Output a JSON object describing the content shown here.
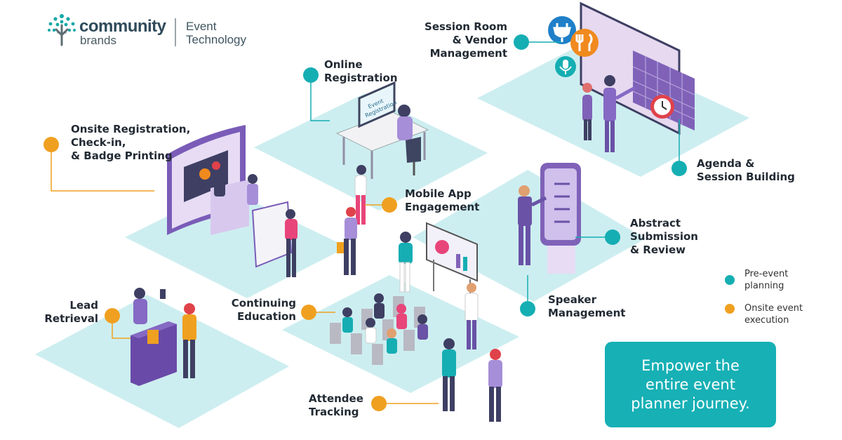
{
  "brand": {
    "logo_line1": "community",
    "logo_line2": "brands",
    "product_line1": "Event",
    "product_line2": "Technology"
  },
  "colors": {
    "teal": "#15aeb3",
    "orange": "#f0a020",
    "platform": "#c9ecee",
    "cta_bg": "#16b0b5"
  },
  "labels": {
    "session_room": "Session Room\n& Vendor\nManagement",
    "online_registration": "Online\nRegistration",
    "onsite_registration": "Onsite Registration,\nCheck-in,\n& Badge Printing",
    "mobile_app": "Mobile App\nEngagement",
    "agenda": "Agenda &\nSession Building",
    "abstract": "Abstract\nSubmission\n& Review",
    "lead_retrieval": "Lead\nRetrieval",
    "continuing_education": "Continuing\nEducation",
    "speaker": "Speaker\nManagement",
    "attendee_tracking": "Attendee\nTracking"
  },
  "legend": {
    "pre_event": "Pre-event\nplanning",
    "onsite": "Onsite event\nexecution"
  },
  "cta": {
    "text": "Empower the\nentire event\nplanner journey."
  },
  "illustrations": {
    "registration_screen_text": "Event\nRegistration"
  }
}
